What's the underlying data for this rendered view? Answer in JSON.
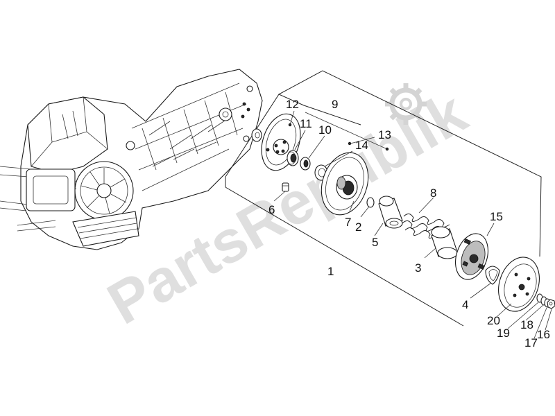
{
  "watermark": {
    "text": "PartsRepublik",
    "gear_icon": "gear-icon",
    "color": "#d9d9d9"
  },
  "callouts": [
    "1",
    "2",
    "3",
    "4",
    "5",
    "6",
    "7",
    "8",
    "9",
    "10",
    "11",
    "12",
    "13",
    "14",
    "15",
    "16",
    "17",
    "18",
    "19",
    "20"
  ],
  "colors": {
    "line": "#222222",
    "background": "#ffffff"
  }
}
